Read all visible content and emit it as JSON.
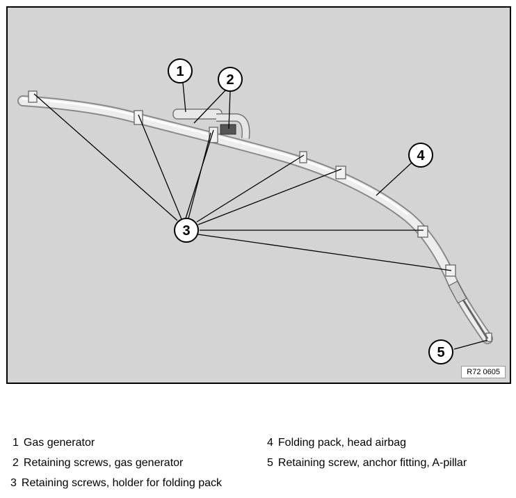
{
  "figure": {
    "reference_code": "R72 0605",
    "callouts": [
      {
        "number": "1"
      },
      {
        "number": "2"
      },
      {
        "number": "3"
      },
      {
        "number": "4"
      },
      {
        "number": "5"
      }
    ]
  },
  "legend": [
    {
      "number": "1",
      "text": "Gas generator"
    },
    {
      "number": "2",
      "text": "Retaining screws, gas generator"
    },
    {
      "number": "3",
      "text": "Retaining screws, holder for folding pack"
    },
    {
      "number": "4",
      "text": "Folding pack, head airbag"
    },
    {
      "number": "5",
      "text": "Retaining screw, anchor fitting, A-pillar"
    }
  ]
}
